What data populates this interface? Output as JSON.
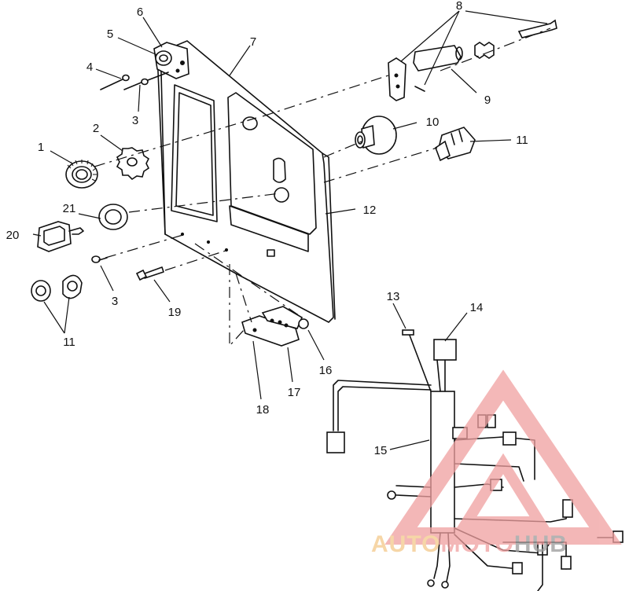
{
  "callouts": [
    "1",
    "2",
    "3",
    "3",
    "4",
    "5",
    "6",
    "7",
    "8",
    "9",
    "10",
    "11",
    "11",
    "12",
    "13",
    "14",
    "15",
    "16",
    "17",
    "18",
    "19",
    "20",
    "21"
  ],
  "watermark": {
    "part1": "AUTO",
    "part2": "MOTO",
    "part3": "HUB",
    "color_primary": "#f0a0a0",
    "color_accent": "#f4c98a",
    "color_dark": "#9a9a9a"
  }
}
